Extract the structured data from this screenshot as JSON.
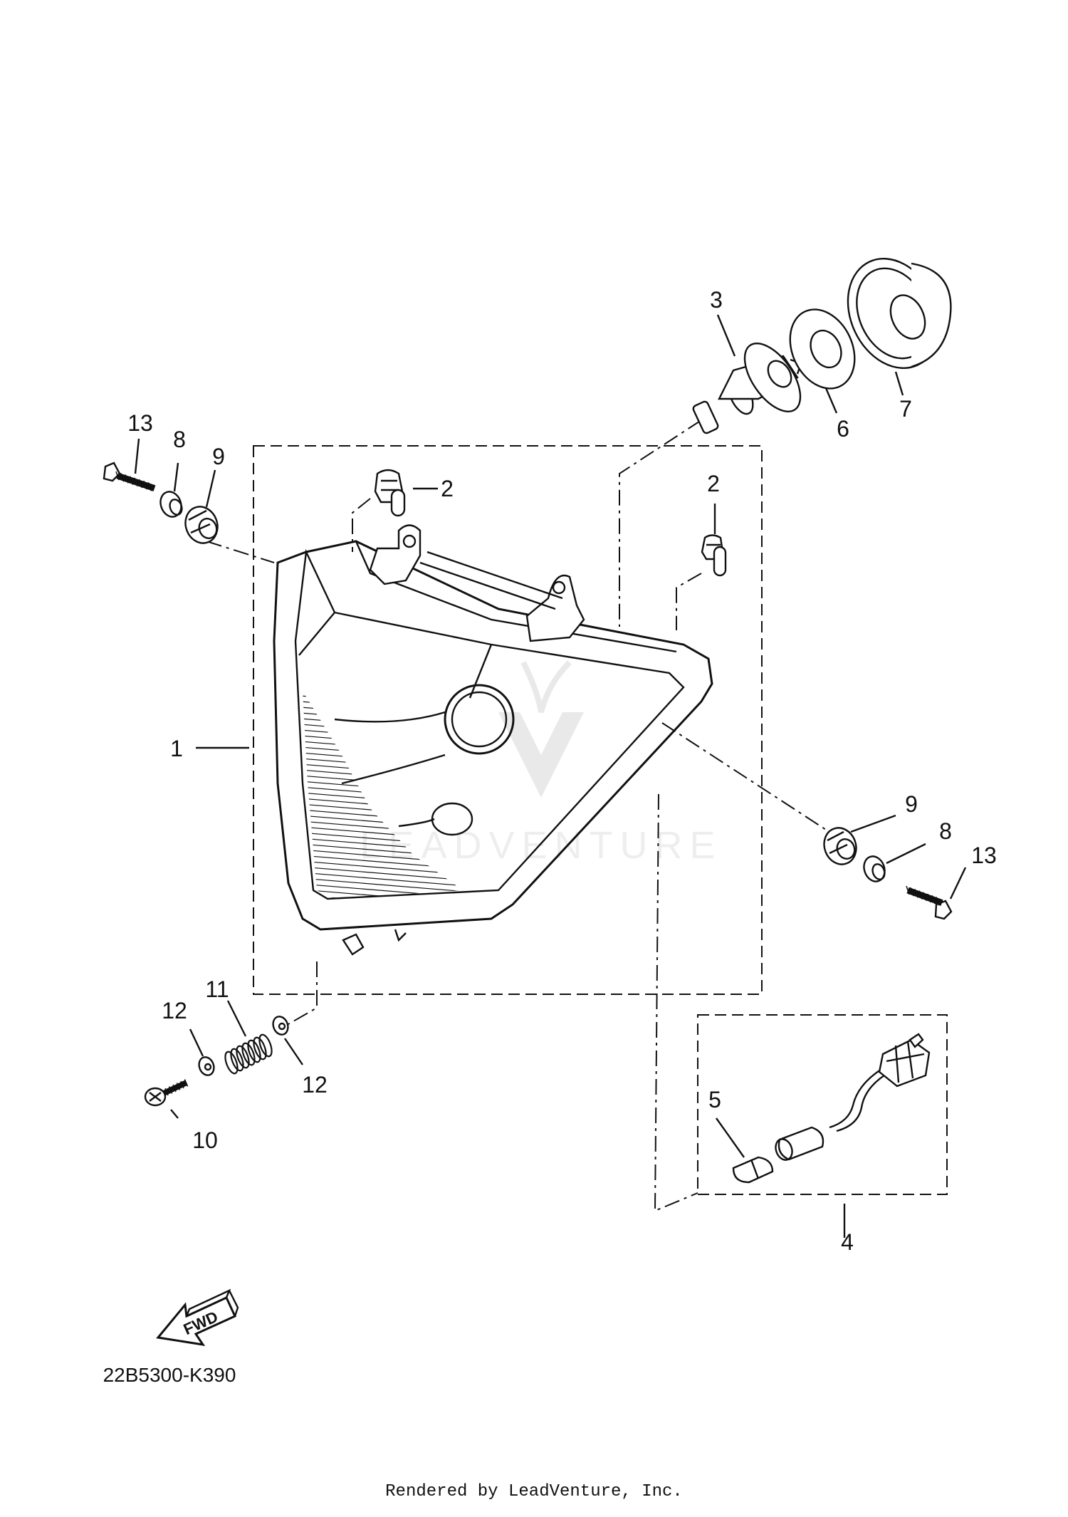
{
  "diagram": {
    "callouts": [
      {
        "id": "c1",
        "label": "1"
      },
      {
        "id": "c2a",
        "label": "2"
      },
      {
        "id": "c2b",
        "label": "2"
      },
      {
        "id": "c3",
        "label": "3"
      },
      {
        "id": "c4",
        "label": "4"
      },
      {
        "id": "c5",
        "label": "5"
      },
      {
        "id": "c6",
        "label": "6"
      },
      {
        "id": "c7",
        "label": "7"
      },
      {
        "id": "c8a",
        "label": "8"
      },
      {
        "id": "c8b",
        "label": "8"
      },
      {
        "id": "c9a",
        "label": "9"
      },
      {
        "id": "c9b",
        "label": "9"
      },
      {
        "id": "c10",
        "label": "10"
      },
      {
        "id": "c11",
        "label": "11"
      },
      {
        "id": "c12a",
        "label": "12"
      },
      {
        "id": "c12b",
        "label": "12"
      },
      {
        "id": "c13a",
        "label": "13"
      },
      {
        "id": "c13b",
        "label": "13"
      }
    ],
    "fwd_label": "FWD",
    "diagram_code": "22B5300-K390",
    "footer": "Rendered by LeadVenture, Inc.",
    "watermark": "LEADVENTURE"
  }
}
